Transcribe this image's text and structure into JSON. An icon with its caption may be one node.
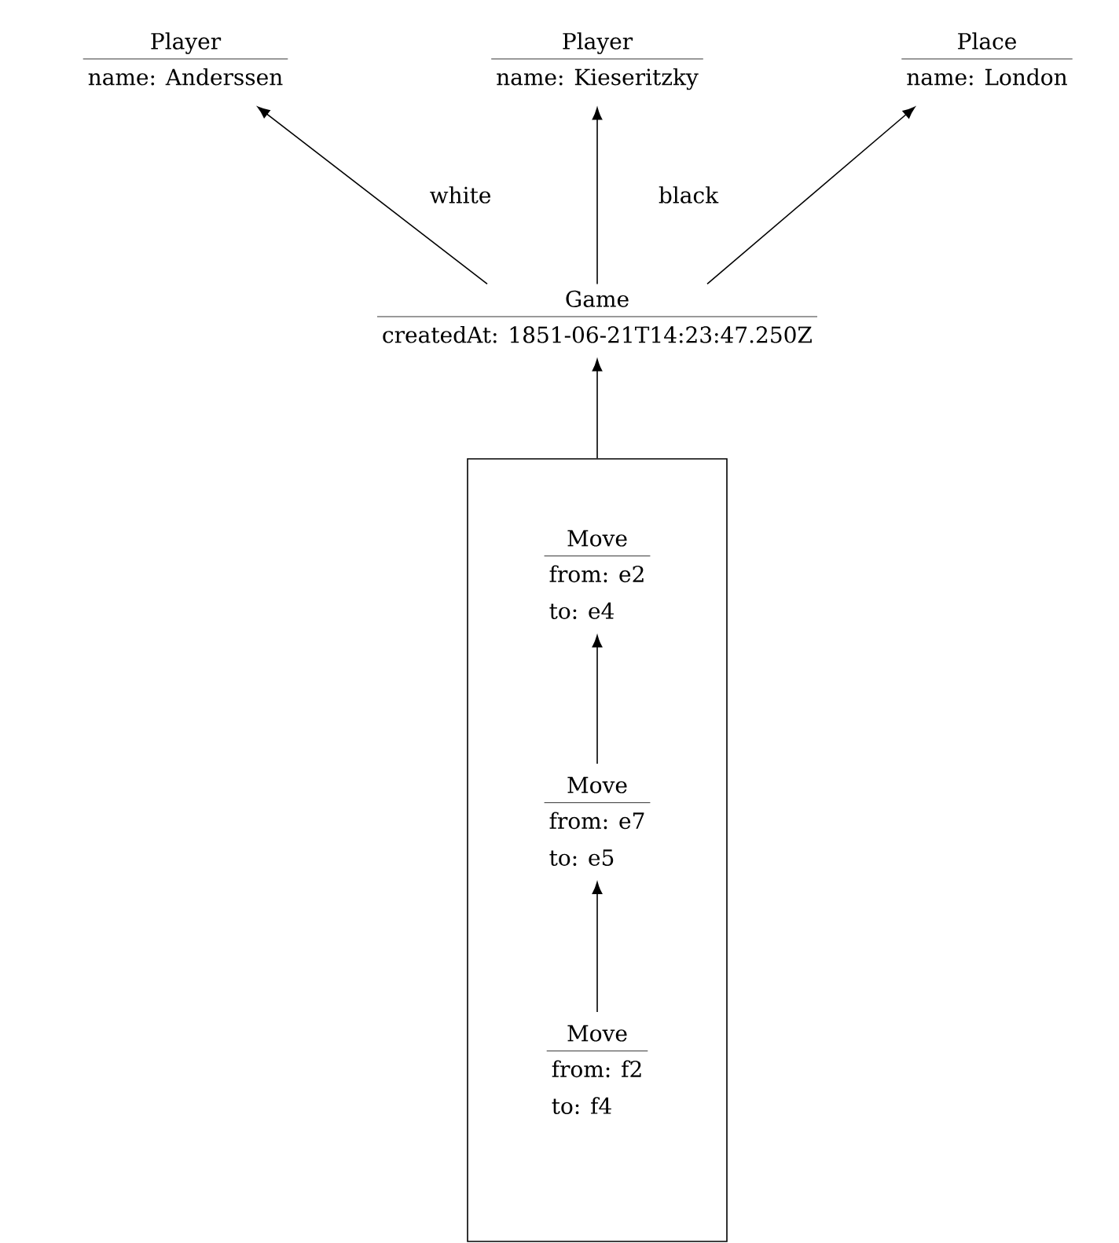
{
  "diagram": {
    "nodes": [
      {
        "text": [
          "Player",
          "name: Anderssen"
        ]
      },
      {
        "text": [
          "Player",
          "name: Kieseritzky"
        ]
      },
      {
        "text": [
          "Place",
          "name: London"
        ]
      },
      {
        "text": [
          "Game",
          "createdAt: 1851-06-21T14:23:47.250Z"
        ]
      },
      {
        "text": [],
        "shape": "box"
      },
      {
        "text": [
          "Move",
          "from: e2",
          "to: e4"
        ],
        "in": 4
      },
      {
        "text": [
          "Move",
          "from: e7",
          "to: e5"
        ],
        "in": 4
      },
      {
        "text": [
          "Move",
          "from: f2",
          "to: f4"
        ],
        "in": 4
      }
    ],
    "edges": [
      {
        "from": 3,
        "to": 0,
        "arrow": "to",
        "label": "white"
      },
      {
        "from": 3,
        "to": 1,
        "arrow": "to",
        "label": "black"
      },
      {
        "from": 3,
        "to": 2,
        "arrow": "to"
      },
      {
        "from": 4,
        "to": 3,
        "arrow": "to"
      },
      {
        "from": 6,
        "to": 5,
        "arrow": "to"
      },
      {
        "from": 7,
        "to": 6,
        "arrow": "to"
      }
    ]
  }
}
